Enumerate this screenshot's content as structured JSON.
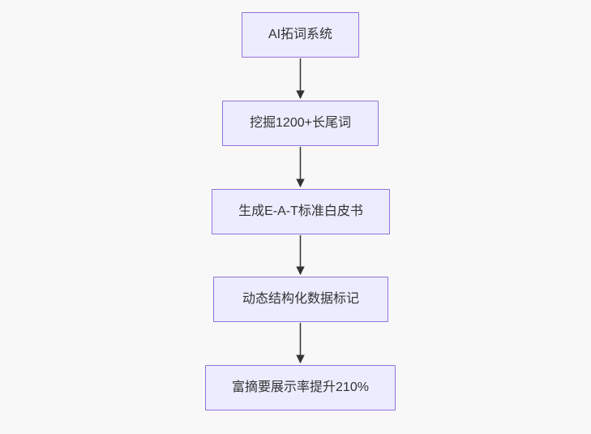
{
  "diagram": {
    "type": "flowchart",
    "direction": "top-down",
    "nodes": [
      {
        "id": "n1",
        "label": "AI拓词系统"
      },
      {
        "id": "n2",
        "label": "挖掘1200+长尾词"
      },
      {
        "id": "n3",
        "label": "生成E-A-T标准白皮书"
      },
      {
        "id": "n4",
        "label": "动态结构化数据标记"
      },
      {
        "id": "n5",
        "label": "富摘要展示率提升210%"
      }
    ],
    "edges": [
      {
        "from": "n1",
        "to": "n2"
      },
      {
        "from": "n2",
        "to": "n3"
      },
      {
        "from": "n3",
        "to": "n4"
      },
      {
        "from": "n4",
        "to": "n5"
      }
    ],
    "colors": {
      "node_fill": "#ECECFF",
      "node_border": "#9370DB",
      "node_text": "#333333",
      "arrow": "#333333",
      "background": "#F8F8F8"
    }
  }
}
